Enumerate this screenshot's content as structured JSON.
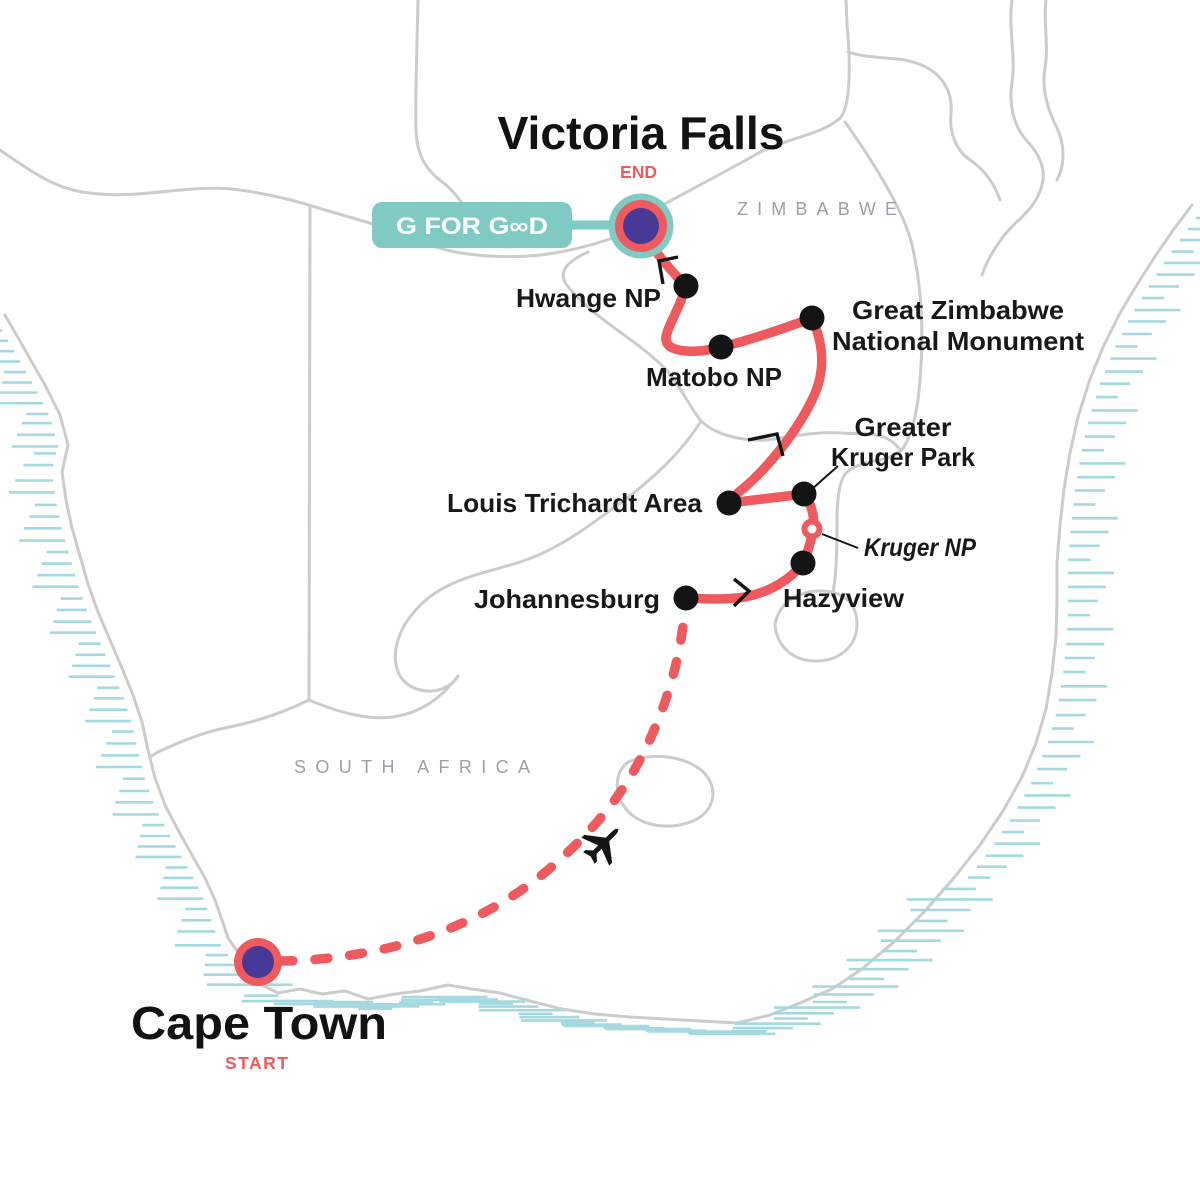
{
  "map": {
    "title": "Cape Town to Victoria Falls route map",
    "colors": {
      "route": "#ef5a5f",
      "teal": "#7fcbc3",
      "purple": "#473a96",
      "stop_dot": "#141414",
      "border_line": "#cccccc",
      "coast_hatch": "#a4dadf",
      "country_text": "#9aa1a8"
    },
    "badge": {
      "label": "G FOR GOOD",
      "display": "G FOR G∞D"
    },
    "endpoints": {
      "end": {
        "city": "Victoria Falls",
        "tag": "END"
      },
      "start": {
        "city": "Cape Town",
        "tag": "START"
      }
    },
    "countries": {
      "zimbabwe": "ZIMBABWE",
      "south_africa": "SOUTH AFRICA"
    },
    "labels": {
      "hwange": "Hwange NP",
      "matobo": "Matobo NP",
      "great_zimbabwe_line1": "Great Zimbabwe",
      "great_zimbabwe_line2": "National Monument",
      "greater_kruger_line1": "Greater",
      "greater_kruger_line2": "Kruger Park",
      "louis_trichardt": "Louis Trichardt Area",
      "kruger_np": "Kruger NP",
      "johannesburg": "Johannesburg",
      "hazyview": "Hazyview",
      "victoria_falls": "Victoria Falls",
      "cape_town": "Cape Town",
      "end_tag": "END",
      "start_tag": "START"
    },
    "stops": [
      {
        "name": "Cape Town",
        "marker": "start-ring"
      },
      {
        "name": "Johannesburg",
        "marker": "dot"
      },
      {
        "name": "Hazyview",
        "marker": "dot"
      },
      {
        "name": "Kruger NP",
        "marker": "park-ring"
      },
      {
        "name": "Greater Kruger Park",
        "marker": "dot"
      },
      {
        "name": "Louis Trichardt Area",
        "marker": "dot"
      },
      {
        "name": "Great Zimbabwe National Monument",
        "marker": "dot"
      },
      {
        "name": "Matobo NP",
        "marker": "dot"
      },
      {
        "name": "Hwange NP",
        "marker": "dot"
      },
      {
        "name": "Victoria Falls",
        "marker": "end-ring"
      }
    ],
    "legs": [
      {
        "from": "Cape Town",
        "to": "Johannesburg",
        "style": "dashed",
        "mode": "flight"
      },
      {
        "from": "Johannesburg",
        "to": "Victoria Falls",
        "style": "solid",
        "mode": "overland"
      }
    ]
  }
}
